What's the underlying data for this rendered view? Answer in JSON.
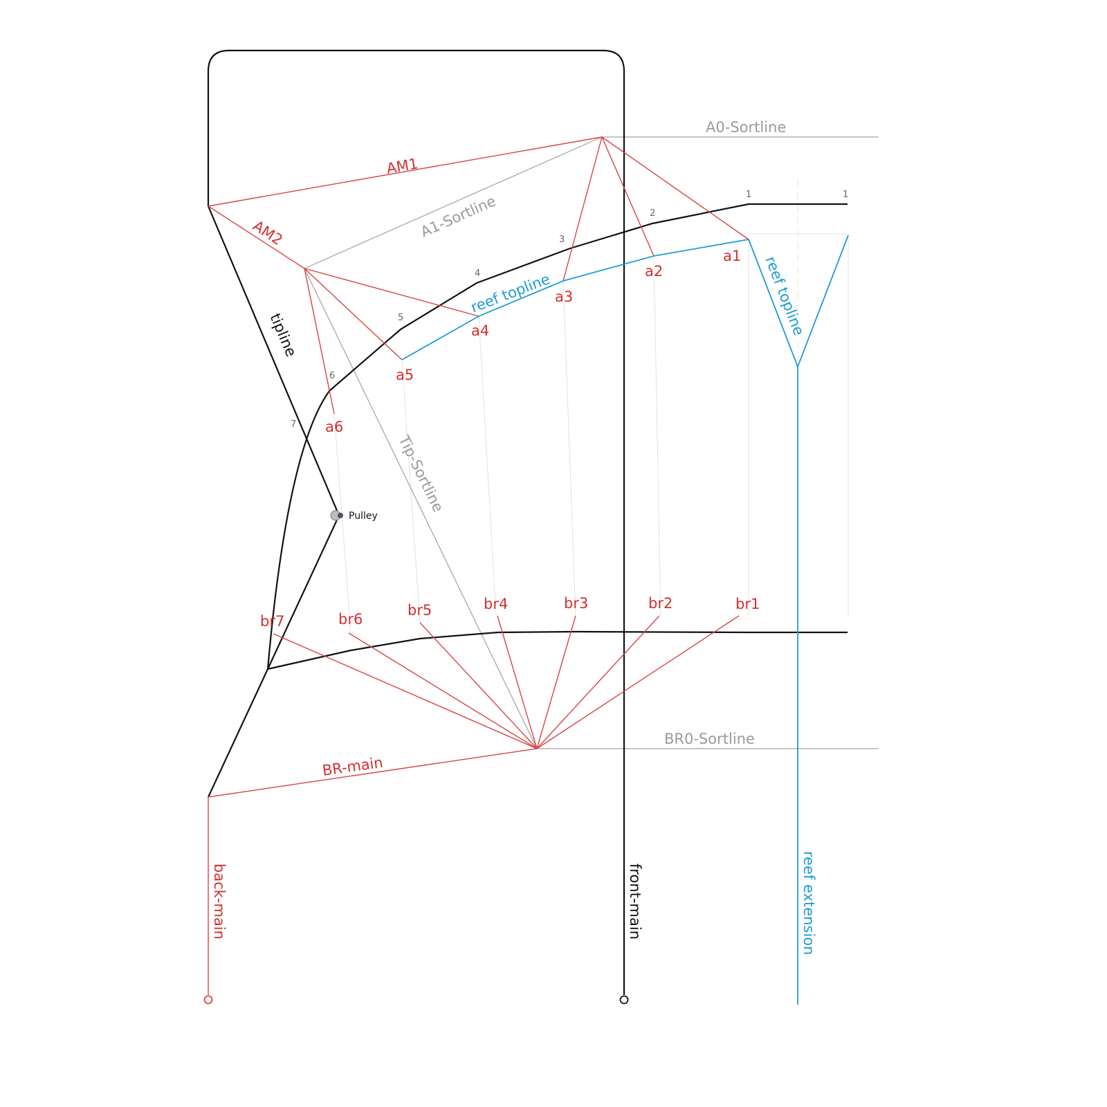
{
  "labels": {
    "a0_sortline": "A0-Sortline",
    "a1_sortline": "A1-Sortline",
    "tip_sortline": "Tip-Sortline",
    "br0_sortline": "BR0-Sortline",
    "am1": "AM1",
    "am2": "AM2",
    "br_main": "BR-main",
    "back_main": "back-main",
    "front_main": "front-main",
    "tipline": "tipline",
    "reef_topline": "reef topline",
    "reef_topline_2": "reef topline",
    "reef_extension": "reef extension",
    "pulley": "Pulley"
  },
  "a_points": [
    "a1",
    "a2",
    "a3",
    "a4",
    "a5",
    "a6"
  ],
  "br_points": [
    "br1",
    "br2",
    "br3",
    "br4",
    "br5",
    "br6",
    "br7"
  ],
  "rib_numbers": [
    "1",
    "1",
    "2",
    "3",
    "4",
    "5",
    "6",
    "7"
  ],
  "colors": {
    "red": "#d84343",
    "blue": "#1e9bd7",
    "gray": "#b2b2b2",
    "black": "#111111"
  }
}
